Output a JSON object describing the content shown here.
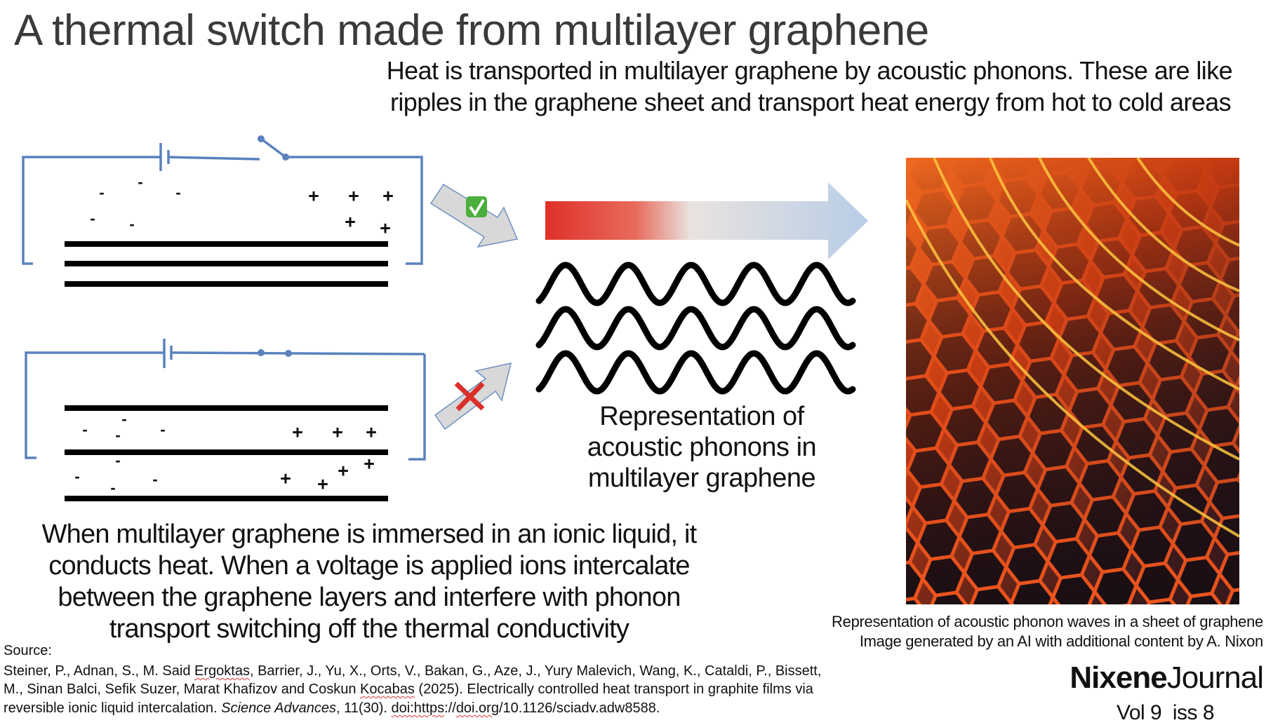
{
  "title": "A thermal switch made from multilayer graphene",
  "intro": {
    "line1": "Heat is transported in multilayer graphene by acoustic phonons.  These are  like",
    "line2": "ripples in the graphene sheet and transport heat energy from hot to cold areas"
  },
  "charges": {
    "plus": "+",
    "minus": "-"
  },
  "icons": {
    "on_state": "green-check-icon",
    "off_state": "red-cross-icon"
  },
  "colors": {
    "wire": "#5b82be",
    "heat_hot": "#e0302a",
    "heat_cold": "#b8cde6",
    "check": "#4cae3c",
    "cross": "#d9302a"
  },
  "phonon_caption": [
    "Representation of",
    "acoustic phonons in",
    "multilayer graphene"
  ],
  "explanation": [
    "When multilayer graphene is immersed in an ionic liquid, it",
    "conducts heat. When a voltage is applied ions intercalate",
    "between the graphene layers and interfere with phonon",
    "transport switching off the thermal conductivity"
  ],
  "image_caption": {
    "line1": "Representation of acoustic phonon waves in a sheet of graphene",
    "line2": "Image generated by an AI with additional content by A. Nixon"
  },
  "source": {
    "label": "Source:",
    "line1_a": "Steiner, P., Adnan, S., M. Said ",
    "line1_b": "Ergoktas",
    "line1_c": ", Barrier, J., Yu, X., Orts, V., Bakan, G., Aze, J., Yury Malevich, Wang, K., Cataldi, P., Bissett,",
    "line2_a": "M., Sinan Balci, Sefik Suzer, Marat Khafizov and Coskun ",
    "line2_b": "Kocabas",
    "line2_c": " (2025). Electrically controlled heat transport in graphite films via",
    "line3_a": "reversible ionic liquid intercalation. ",
    "line3_journal": "Science Advances",
    "line3_b": ", 11(30). ",
    "line3_doi1": "doi:https",
    "line3_c": "://",
    "line3_doi2": "doi.org",
    "line3_d": "/10.1126/sciadv.adw8588."
  },
  "brand": {
    "bold": "Nixene",
    "light": "Journal",
    "issue": "Vol 9  iss 8"
  }
}
